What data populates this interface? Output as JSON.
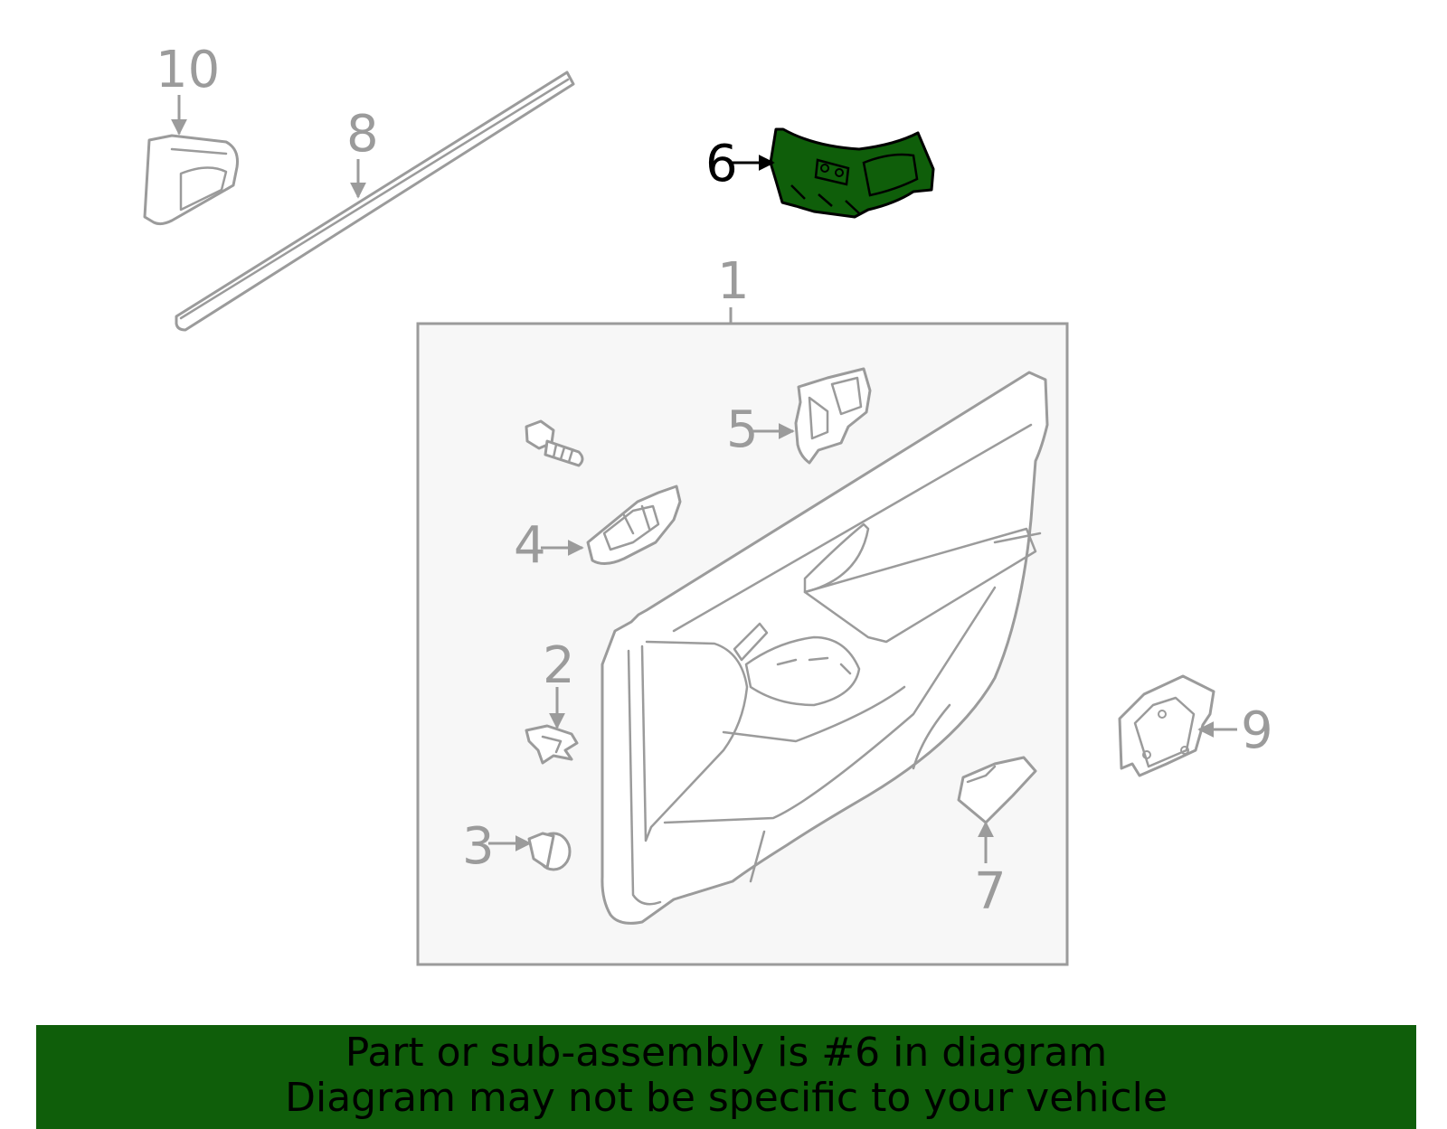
{
  "callouts": {
    "c1": "1",
    "c2": "2",
    "c3": "3",
    "c4": "4",
    "c5": "5",
    "c6": "6",
    "c7": "7",
    "c8": "8",
    "c9": "9",
    "c10": "10"
  },
  "highlight": {
    "part_number": "6",
    "color": "#0f5e0a"
  },
  "banner": {
    "line1": "Part or sub-assembly is #6 in diagram",
    "line2": "Diagram may not be specific to your vehicle"
  }
}
